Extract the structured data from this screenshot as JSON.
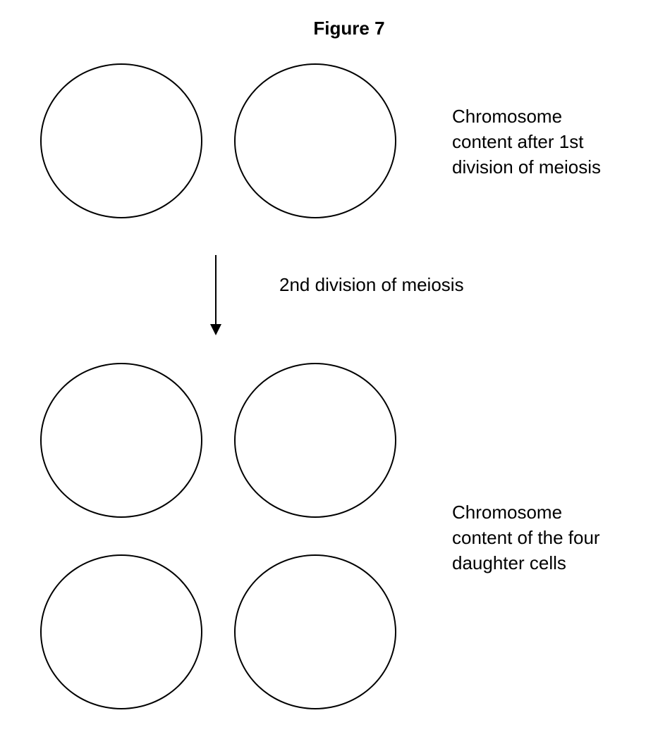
{
  "figure": {
    "title": "Figure 7",
    "stroke_color": "#000000",
    "background": "#ffffff"
  },
  "top_row": {
    "label": "Chromosome\ncontent after 1st\ndivision of meiosis",
    "cells": [
      {
        "name": "cell-after-first-division-left"
      },
      {
        "name": "cell-after-first-division-right"
      }
    ]
  },
  "arrow": {
    "label": "2nd division of meiosis",
    "direction": "down"
  },
  "bottom_grid": {
    "label": "Chromosome\ncontent of the four\ndaughter cells",
    "cells": [
      {
        "name": "daughter-cell-1"
      },
      {
        "name": "daughter-cell-2"
      },
      {
        "name": "daughter-cell-3"
      },
      {
        "name": "daughter-cell-4"
      }
    ]
  }
}
